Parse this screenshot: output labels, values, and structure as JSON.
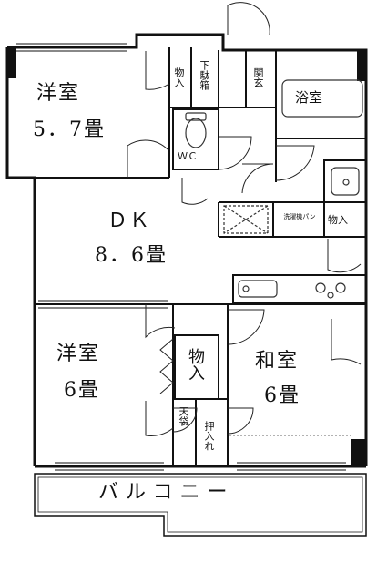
{
  "rooms": {
    "western_room_1": {
      "name": "洋室",
      "size": "5．7畳"
    },
    "dk": {
      "name": "ＤＫ",
      "size": "8．6畳"
    },
    "western_room_2": {
      "name": "洋室",
      "size": "6畳"
    },
    "japanese_room": {
      "name": "和室",
      "size": "6畳"
    },
    "bath": {
      "name": "浴室"
    },
    "wc": {
      "name": "ＷＣ"
    },
    "entrance": {
      "name": "関玄"
    },
    "shoe_box": {
      "name": "下駄箱"
    },
    "storage_1": {
      "name": "物入"
    },
    "storage_2": {
      "name": "物入"
    },
    "storage_3": {
      "name": "物入"
    },
    "oshiire": {
      "name": "押入れ"
    },
    "tenbukuro": {
      "name": "天袋"
    },
    "laundry_pan": {
      "name": "洗濯機パン"
    },
    "balcony": {
      "name": "バルコニー"
    }
  },
  "colors": {
    "wall": "#111111",
    "door": "#222222",
    "fixture": "#333333",
    "background": "#ffffff"
  }
}
